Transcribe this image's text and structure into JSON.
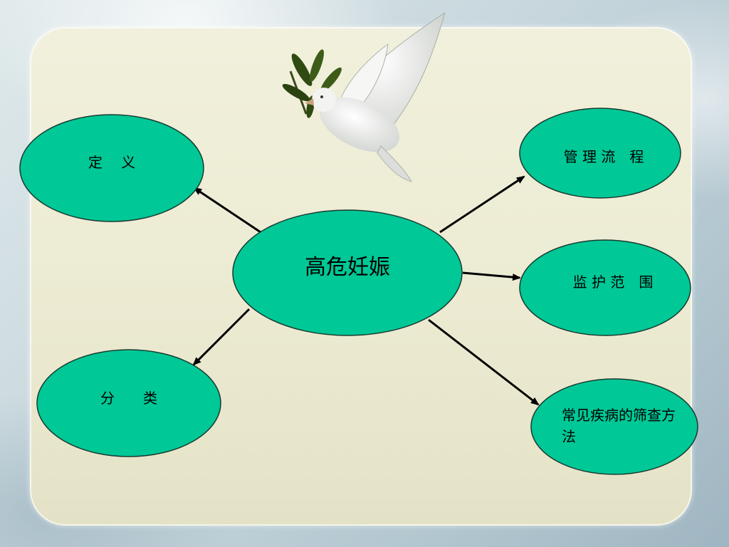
{
  "diagram": {
    "center": {
      "label": "高危妊娠"
    },
    "nodes": [
      {
        "id": "definition",
        "label": "定　 义"
      },
      {
        "id": "classification",
        "label": "分　　类"
      },
      {
        "id": "management",
        "label": "管 理 流　程"
      },
      {
        "id": "monitoring",
        "label": "监 护 范　围"
      },
      {
        "id": "screening",
        "label": "常见疾病的筛查方法"
      }
    ],
    "colors": {
      "node_fill": "#00c896",
      "node_stroke": "#1a3a30",
      "arrow": "#000000"
    },
    "icons": [
      "dove-with-olive-branch-icon"
    ]
  }
}
